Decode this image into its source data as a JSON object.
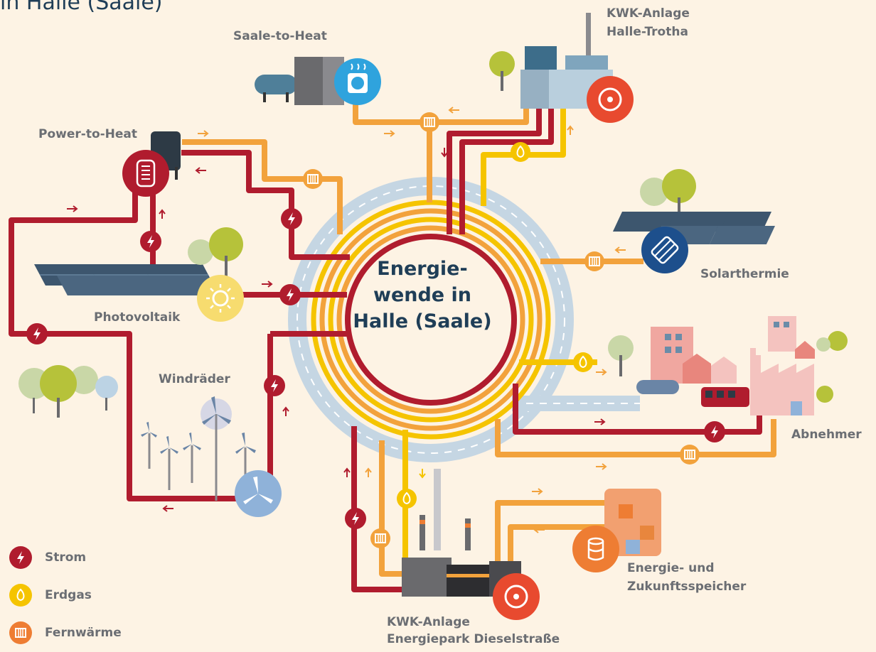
{
  "title": "in Halle (Saale)",
  "center": {
    "line1": "Energie-",
    "line2": "wende in",
    "line3": "Halle (Saale)"
  },
  "nodes": {
    "saale_to_heat": "Saale-to-Heat",
    "kwk_trotha_1": "KWK-Anlage",
    "kwk_trotha_2": "Halle-Trotha",
    "power_to_heat": "Power-to-Heat",
    "photovoltaik": "Photovoltaik",
    "solarthermie": "Solarthermie",
    "windraeder": "Windräder",
    "abnehmer": "Abnehmer",
    "speicher_1": "Energie- und",
    "speicher_2": "Zukunftsspeicher",
    "kwk_diesel_1": "KWK-Anlage",
    "kwk_diesel_2": "Energiepark Dieselstraße"
  },
  "legend": [
    {
      "label": "Strom",
      "color": "#b01c2e",
      "icon": "lightning-icon"
    },
    {
      "label": "Erdgas",
      "color": "#f5c400",
      "icon": "flame-icon"
    },
    {
      "label": "Fernwärme",
      "color": "#ee7d33",
      "icon": "radiator-icon"
    }
  ],
  "colors": {
    "background": "#fdf3e4",
    "strom": "#b01c2e",
    "erdgas": "#f5c400",
    "fernwaerme": "#f2a23c",
    "road": "#c5d6e3",
    "text": "#6b6e73",
    "center_text": "#1f3e57"
  }
}
